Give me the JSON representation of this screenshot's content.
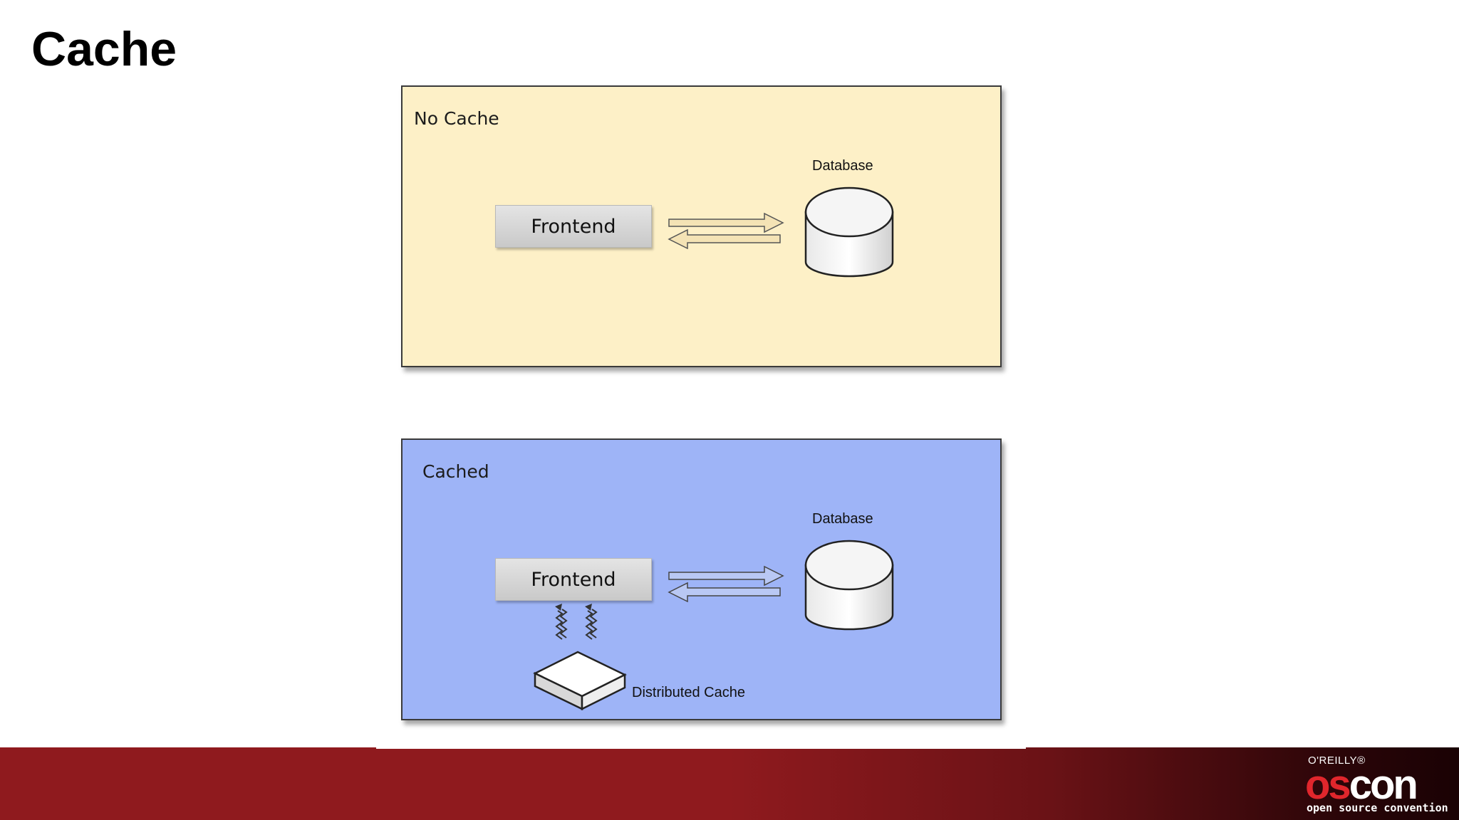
{
  "slide": {
    "title": "Cache"
  },
  "panels": {
    "no_cache": {
      "label": "No Cache",
      "frontend_label": "Frontend",
      "database_label": "Database",
      "background": "#fdf0c7"
    },
    "cached": {
      "label": "Cached",
      "frontend_label": "Frontend",
      "database_label": "Database",
      "cache_label": "Distributed Cache",
      "background": "#9eb4f7"
    }
  },
  "footer": {
    "publisher": "O'REILLY®",
    "logo_os": "os",
    "logo_con": "con",
    "tagline": "open source convention",
    "accent": "#8f1a1e"
  }
}
